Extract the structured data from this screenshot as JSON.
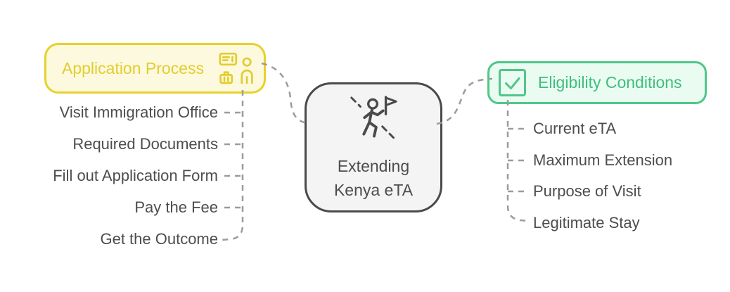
{
  "diagram": {
    "background_color": "#FFFFFF",
    "connector_color": "#9C9C9C",
    "item_text_color": "#4D4D4D"
  },
  "center_node": {
    "line1": "Extending",
    "line2": "Kenya eTA",
    "icon": "hiker-with-flag-icon",
    "border_color": "#4A4A4A",
    "fill_color": "#F4F4F4",
    "text_color": "#4D4D4D"
  },
  "left_branch": {
    "label": "Application Process",
    "icon": "immigration-counter-icon",
    "border_color": "#E7D229",
    "fill_color": "#FCF9DF",
    "text_color": "#E3CD2E",
    "items": [
      "Visit Immigration Office",
      "Required Documents",
      "Fill out Application Form",
      "Pay the Fee",
      "Get the Outcome"
    ]
  },
  "right_branch": {
    "label": "Eligibility Conditions",
    "icon": "checkbox-check-icon",
    "border_color": "#4FC787",
    "fill_color": "#EAFBF2",
    "text_color": "#3EBE7D",
    "items": [
      "Current eTA",
      "Maximum Extension",
      "Purpose of Visit",
      "Legitimate Stay"
    ]
  }
}
